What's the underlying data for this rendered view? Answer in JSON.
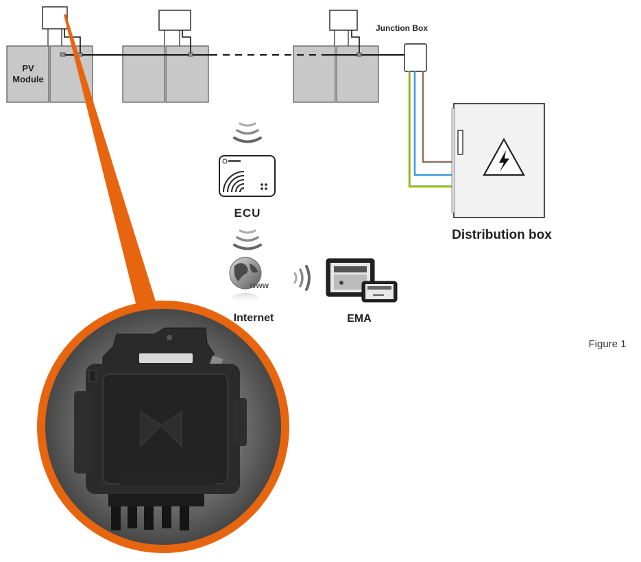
{
  "labels": {
    "pv_module_line1": "PV",
    "pv_module_line2": "Module",
    "junction_box": "Junction Box",
    "ecu": "ECU",
    "distribution_box": "Distribution box",
    "internet": "Internet",
    "www": "www",
    "ema": "EMA",
    "figure": "Figure 1"
  },
  "colors": {
    "module_fill": "#c8c8c8",
    "module_stroke": "#555555",
    "callout_orange": "#e8650f",
    "wire_brown": "#8b7060",
    "wire_blue": "#3a9ad9",
    "wire_green_yellow": "#b8d820",
    "cable": "#111111"
  },
  "icons": {
    "lightning": "high-voltage-warning-icon",
    "wireless": "wireless-signal-icon",
    "globe": "globe-icon"
  }
}
